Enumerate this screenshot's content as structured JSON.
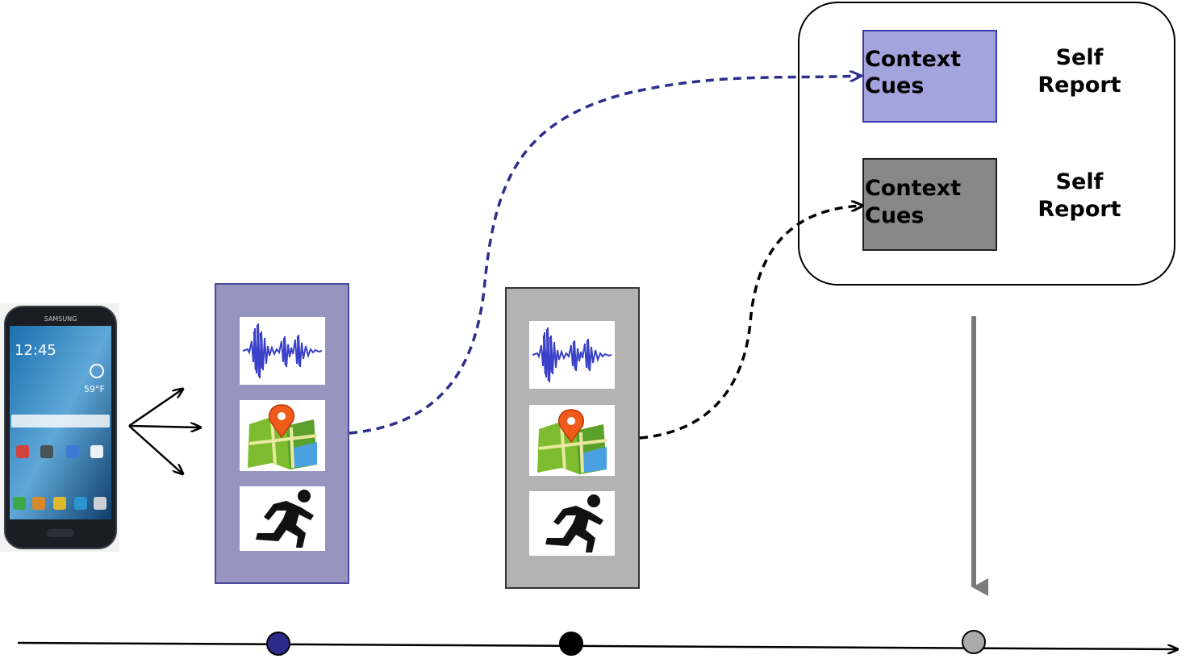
{
  "panel": {
    "top_row": {
      "context_label_line1": "Context",
      "context_label_line2": "Cues",
      "self_report_line1": "Self",
      "self_report_line2": "Report"
    },
    "bottom_row": {
      "context_label_line1": "Context",
      "context_label_line2": "Cues",
      "self_report_line1": "Self",
      "self_report_line2": "Report"
    }
  },
  "phone": {
    "brand": "SAMSUNG",
    "clock": "12:45",
    "temperature": "59°F"
  },
  "sensor_icons": [
    "audio-waveform-icon",
    "map-pin-icon",
    "running-person-icon"
  ],
  "colors": {
    "blue_box": "#9595bf",
    "gray_box": "#b3b3b3",
    "context_blue": "#a3a3dd",
    "context_gray": "#888888",
    "blue_path": "#2e2e8c",
    "black_path": "#000000",
    "timeline_markers": [
      "#2b2b8a",
      "#000000",
      "#aaaaaa"
    ]
  }
}
